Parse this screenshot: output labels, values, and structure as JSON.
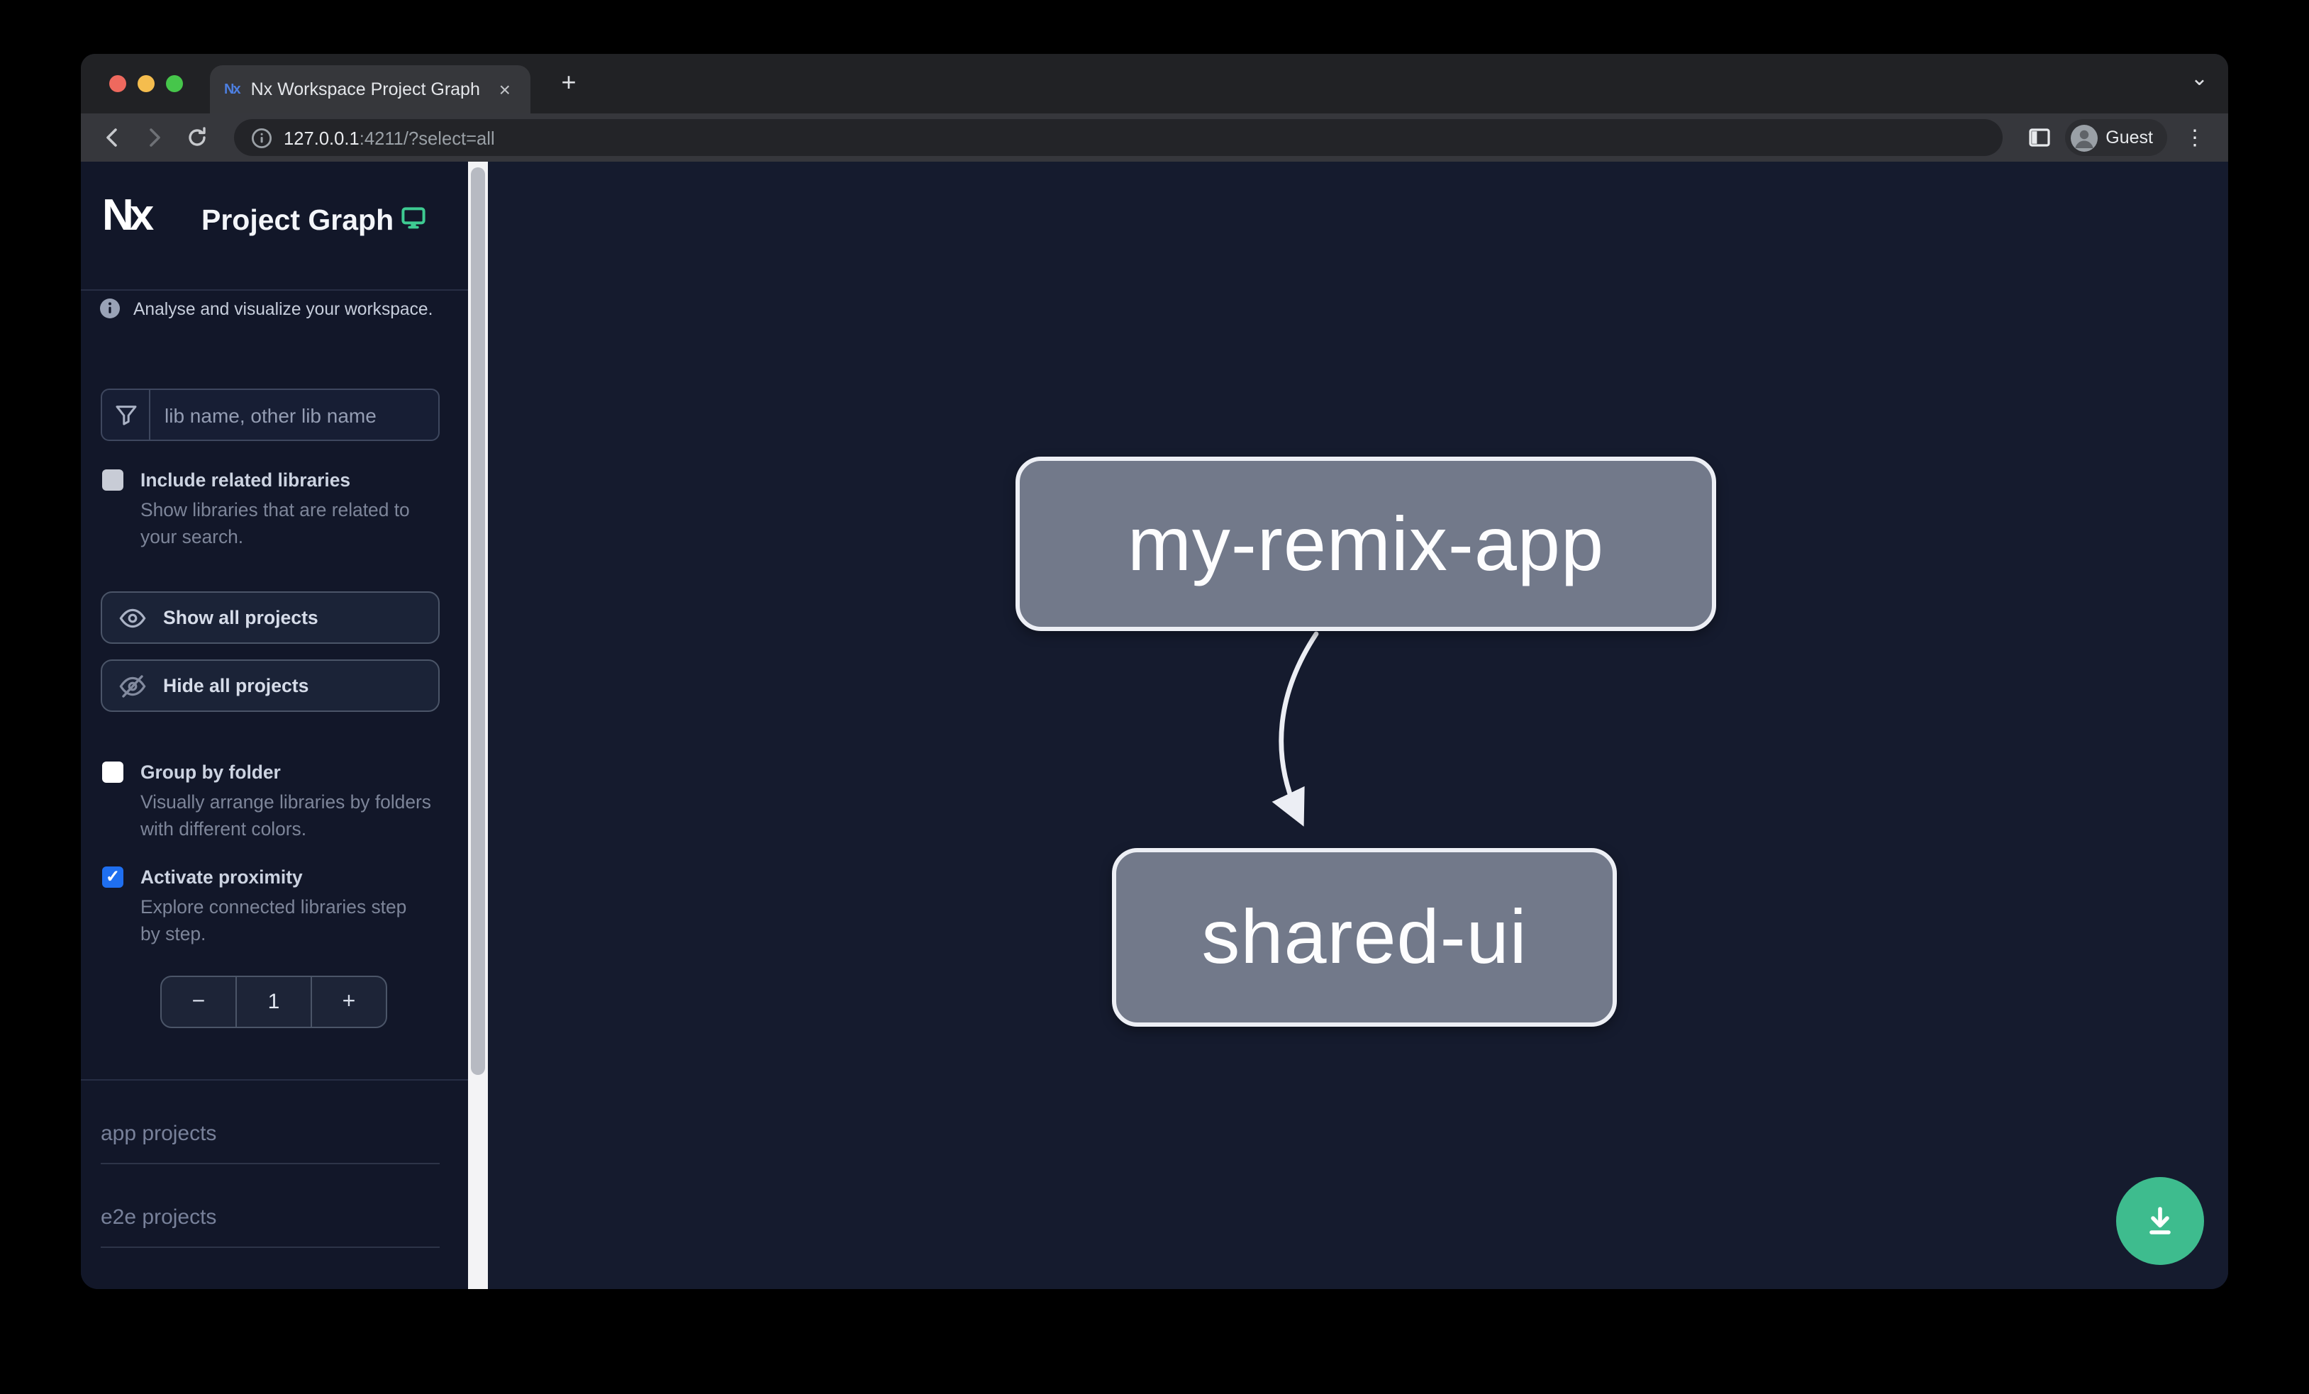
{
  "browser": {
    "tab": {
      "favicon_text": "Nx",
      "title": "Nx Workspace Project Graph"
    },
    "address": {
      "url_host": "127.0.0.1",
      "url_rest": ":4211/?select=all",
      "user_label": "Guest"
    }
  },
  "icons": {
    "close": "×",
    "new_tab": "+",
    "chevron_down": "⌄",
    "more_vertical": "⋮",
    "check": "✓",
    "minus": "−",
    "plus": "+"
  },
  "sidebar": {
    "logo_text": "Nx",
    "app_title": "Project Graph",
    "tagline": "Analyse and visualize your workspace.",
    "filter": {
      "placeholder": "lib name, other lib name"
    },
    "include_related": {
      "label": "Include related libraries",
      "description": "Show libraries that are related to your search.",
      "checked": false
    },
    "show_all": {
      "label": "Show all projects"
    },
    "hide_all": {
      "label": "Hide all projects"
    },
    "group_by_folder": {
      "label": "Group by folder",
      "description": "Visually arrange libraries by folders with different colors.",
      "checked": false
    },
    "activate_proximity": {
      "label": "Activate proximity",
      "description": "Explore connected libraries step by step.",
      "checked": true
    },
    "proximity_stepper": {
      "value": "1"
    },
    "sections": {
      "app": "app projects",
      "e2e": "e2e projects"
    }
  },
  "graph": {
    "nodes": [
      {
        "id": "my-remix-app",
        "label": "my-remix-app"
      },
      {
        "id": "shared-ui",
        "label": "shared-ui"
      }
    ],
    "edges": [
      {
        "from": "my-remix-app",
        "to": "shared-ui"
      }
    ]
  },
  "colors": {
    "accent_blue": "#1f6ff0",
    "brand_teal": "#3ecb92",
    "fab_teal": "#3ebc8e",
    "node_fill": "#72798a",
    "node_border": "#edeff5",
    "sidebar_bg": "#121729",
    "canvas_bg": "#151b2e"
  }
}
